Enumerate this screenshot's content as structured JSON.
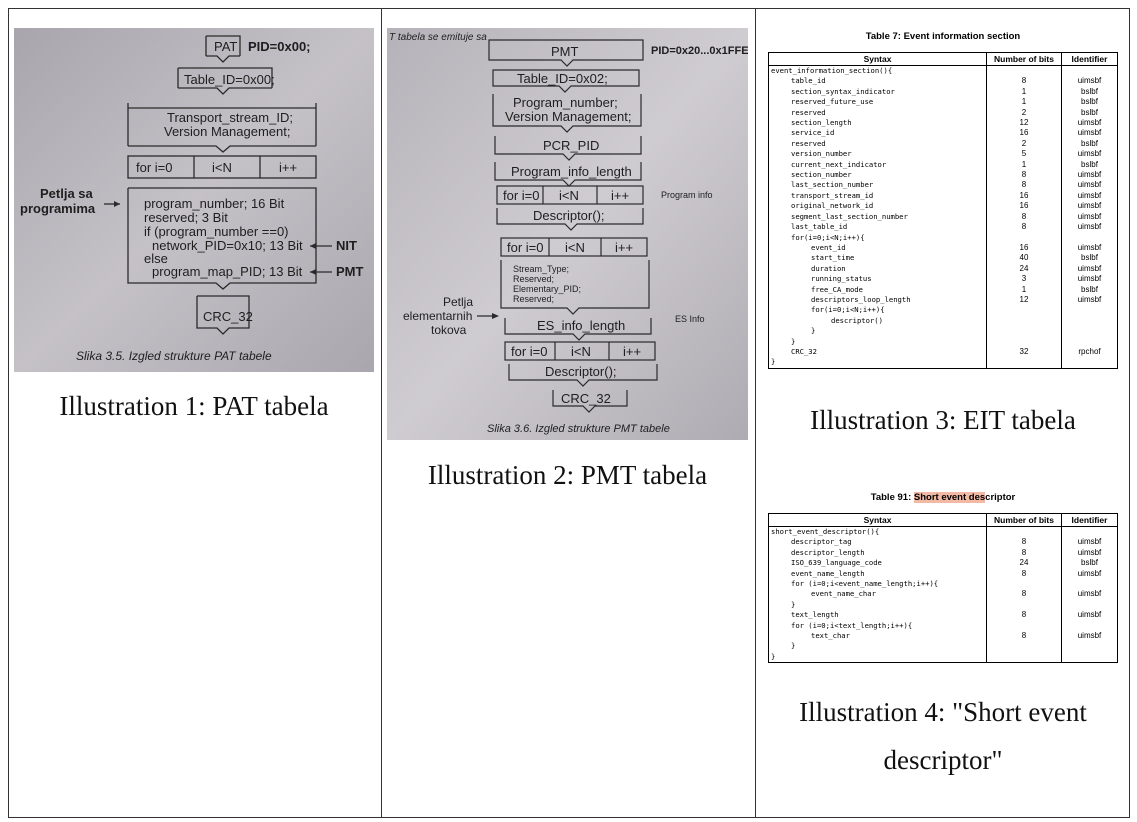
{
  "illustration1": {
    "caption": "Illustration 1: PAT tabela",
    "photo": {
      "pat": "PAT",
      "pid": "PID=0x00;",
      "table_id": "Table_ID=0x00;",
      "transport_line1": "Transport_stream_ID;",
      "transport_line2": "Version Management;",
      "loop_init": "for i=0",
      "loop_cond": "i<N",
      "loop_inc": "i++",
      "side_label_line1": "Petlja sa",
      "side_label_line2": "programima",
      "body_line1": "program_number; 16 Bit",
      "body_line2": "reserved; 3 Bit",
      "body_line3": "if (program_number ==0)",
      "body_line4": "network_PID=0x10; 13 Bit",
      "body_line5": "else",
      "body_line6": "program_map_PID; 13 Bit",
      "nit_label": "NIT",
      "pmt_label": "PMT",
      "crc": "CRC_32",
      "figure_caption": "Slika 3.5. Izgled strukture PAT tabele"
    }
  },
  "illustration2": {
    "caption": "Illustration 2: PMT tabela",
    "photo": {
      "top_text": "T tabela se emituje sa",
      "pmt": "PMT",
      "pid": "PID=0x20...0x1FFE;",
      "table_id": "Table_ID=0x02;",
      "program_number": "Program_number;",
      "version": "Version Management;",
      "pcr": "PCR_PID",
      "program_info_length": "Program_info_length",
      "loop_init": "for i=0",
      "loop_cond": "i<N",
      "loop_inc": "i++",
      "program_info_label": "Program info",
      "descriptor": "Descriptor();",
      "stream_type": "Stream_Type;",
      "reserved1": "Reserved;",
      "elementary_pid": "Elementary_PID;",
      "reserved2": "Reserved;",
      "side_label_line1": "Petlja",
      "side_label_line2": "elementarnih",
      "side_label_line3": "tokova",
      "es_info_length": "ES_info_length",
      "es_info_label": "ES Info",
      "crc": "CRC_32",
      "figure_caption": "Slika 3.6. Izgled strukture PMT tabele"
    }
  },
  "illustration3": {
    "table_title": "Table 7: Event information section",
    "caption": "Illustration 3: EIT tabela",
    "headers": [
      "Syntax",
      "Number of bits",
      "Identifier"
    ],
    "rows": [
      {
        "syntax": "event_information_section(){",
        "bits": "",
        "id": "",
        "indent": 0
      },
      {
        "syntax": "table_id",
        "bits": "8",
        "id": "uimsbf",
        "indent": 1
      },
      {
        "syntax": "section_syntax_indicator",
        "bits": "1",
        "id": "bslbf",
        "indent": 1
      },
      {
        "syntax": "reserved_future_use",
        "bits": "1",
        "id": "bslbf",
        "indent": 1
      },
      {
        "syntax": "reserved",
        "bits": "2",
        "id": "bslbf",
        "indent": 1
      },
      {
        "syntax": "section_length",
        "bits": "12",
        "id": "uimsbf",
        "indent": 1
      },
      {
        "syntax": "service_id",
        "bits": "16",
        "id": "uimsbf",
        "indent": 1
      },
      {
        "syntax": "reserved",
        "bits": "2",
        "id": "bslbf",
        "indent": 1
      },
      {
        "syntax": "version_number",
        "bits": "5",
        "id": "uimsbf",
        "indent": 1
      },
      {
        "syntax": "current_next_indicator",
        "bits": "1",
        "id": "bslbf",
        "indent": 1
      },
      {
        "syntax": "section_number",
        "bits": "8",
        "id": "uimsbf",
        "indent": 1
      },
      {
        "syntax": "last_section_number",
        "bits": "8",
        "id": "uimsbf",
        "indent": 1
      },
      {
        "syntax": "transport_stream_id",
        "bits": "16",
        "id": "uimsbf",
        "indent": 1
      },
      {
        "syntax": "original_network_id",
        "bits": "16",
        "id": "uimsbf",
        "indent": 1
      },
      {
        "syntax": "segment_last_section_number",
        "bits": "8",
        "id": "uimsbf",
        "indent": 1
      },
      {
        "syntax": "last_table_id",
        "bits": "8",
        "id": "uimsbf",
        "indent": 1
      },
      {
        "syntax": "for(i=0;i<N;i++){",
        "bits": "",
        "id": "",
        "indent": 1
      },
      {
        "syntax": "event_id",
        "bits": "16",
        "id": "uimsbf",
        "indent": 2
      },
      {
        "syntax": "start_time",
        "bits": "40",
        "id": "bslbf",
        "indent": 2
      },
      {
        "syntax": "duration",
        "bits": "24",
        "id": "uimsbf",
        "indent": 2
      },
      {
        "syntax": "running_status",
        "bits": "3",
        "id": "uimsbf",
        "indent": 2
      },
      {
        "syntax": "free_CA_mode",
        "bits": "1",
        "id": "bslbf",
        "indent": 2
      },
      {
        "syntax": "descriptors_loop_length",
        "bits": "12",
        "id": "uimsbf",
        "indent": 2
      },
      {
        "syntax": "for(i=0;i<N;i++){",
        "bits": "",
        "id": "",
        "indent": 2
      },
      {
        "syntax": "descriptor()",
        "bits": "",
        "id": "",
        "indent": 3
      },
      {
        "syntax": "}",
        "bits": "",
        "id": "",
        "indent": 2
      },
      {
        "syntax": "}",
        "bits": "",
        "id": "",
        "indent": 1
      },
      {
        "syntax": "CRC_32",
        "bits": "32",
        "id": "rpchof",
        "indent": 1
      },
      {
        "syntax": "}",
        "bits": "",
        "id": "",
        "indent": 0
      }
    ]
  },
  "illustration4": {
    "table_title_prefix": "Table 91: ",
    "table_title_highlight": "Short event des",
    "table_title_suffix": "criptor",
    "caption_line1": "Illustration 4: \"Short event",
    "caption_line2": "descriptor\"",
    "headers": [
      "Syntax",
      "Number of bits",
      "Identifier"
    ],
    "rows": [
      {
        "syntax": "short_event_descriptor(){",
        "bits": "",
        "id": "",
        "indent": 0
      },
      {
        "syntax": "descriptor_tag",
        "bits": "8",
        "id": "uimsbf",
        "indent": 1
      },
      {
        "syntax": "descriptor_length",
        "bits": "8",
        "id": "uimsbf",
        "indent": 1
      },
      {
        "syntax": "ISO_639_language_code",
        "bits": "24",
        "id": "bslbf",
        "indent": 1
      },
      {
        "syntax": "event_name_length",
        "bits": "8",
        "id": "uimsbf",
        "indent": 1
      },
      {
        "syntax": "for (i=0;i<event_name_length;i++){",
        "bits": "",
        "id": "",
        "indent": 1
      },
      {
        "syntax": "event_name_char",
        "bits": "8",
        "id": "uimsbf",
        "indent": 2
      },
      {
        "syntax": "}",
        "bits": "",
        "id": "",
        "indent": 1
      },
      {
        "syntax": "text_length",
        "bits": "8",
        "id": "uimsbf",
        "indent": 1
      },
      {
        "syntax": "for (i=0;i<text_length;i++){",
        "bits": "",
        "id": "",
        "indent": 1
      },
      {
        "syntax": "text_char",
        "bits": "8",
        "id": "uimsbf",
        "indent": 2
      },
      {
        "syntax": "}",
        "bits": "",
        "id": "",
        "indent": 1
      },
      {
        "syntax": "}",
        "bits": "",
        "id": "",
        "indent": 0
      }
    ]
  }
}
